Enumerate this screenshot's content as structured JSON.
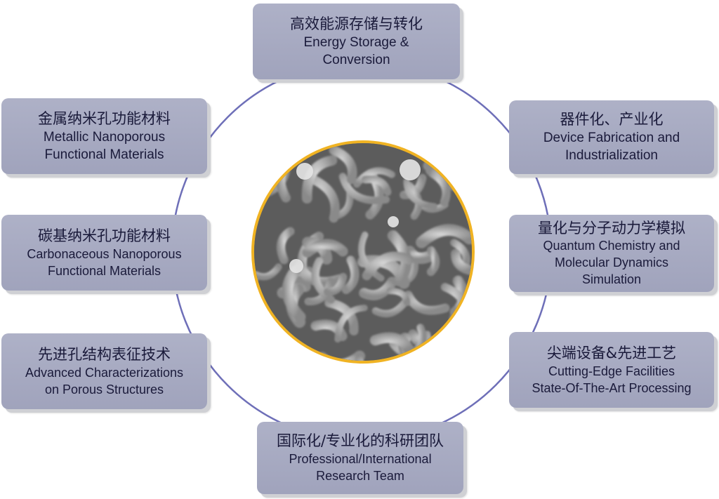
{
  "boxes": {
    "energy": {
      "zh": "高效能源存储与转化",
      "en1": "Energy Storage &",
      "en2": "Conversion"
    },
    "metallic": {
      "zh": "金属纳米孔功能材料",
      "en1": "Metallic Nanoporous",
      "en2": "Functional Materials"
    },
    "carbon": {
      "zh": "碳基纳米孔功能材料",
      "en1": "Carbonaceous Nanoporous",
      "en2": "Functional Materials"
    },
    "characterization": {
      "zh": "先进孔结构表征技术",
      "en1": "Advanced Characterizations",
      "en2": "on Porous Structures"
    },
    "team": {
      "zh": "国际化/专业化的科研团队",
      "en1": "Professional/International",
      "en2": "Research Team"
    },
    "device": {
      "zh": "器件化、产业化",
      "en1": "Device Fabrication and",
      "en2": "Industrialization"
    },
    "quantum": {
      "zh": "量化与分子动力学模拟",
      "en1": "Quantum Chemistry and",
      "en2": "Molecular Dynamics",
      "en3": "Simulation"
    },
    "facilities": {
      "zh": "尖端设备&先进工艺",
      "en1": "Cutting-Edge Facilities",
      "en2": "State-Of-The-Art Processing"
    }
  },
  "colors": {
    "ring": "#6e6fb8",
    "box_fill": "#a8abc2",
    "image_border": "#f0b323",
    "text": "#1a1a3a"
  },
  "center_image": {
    "alt": "nanoporous-sem-micrograph"
  }
}
